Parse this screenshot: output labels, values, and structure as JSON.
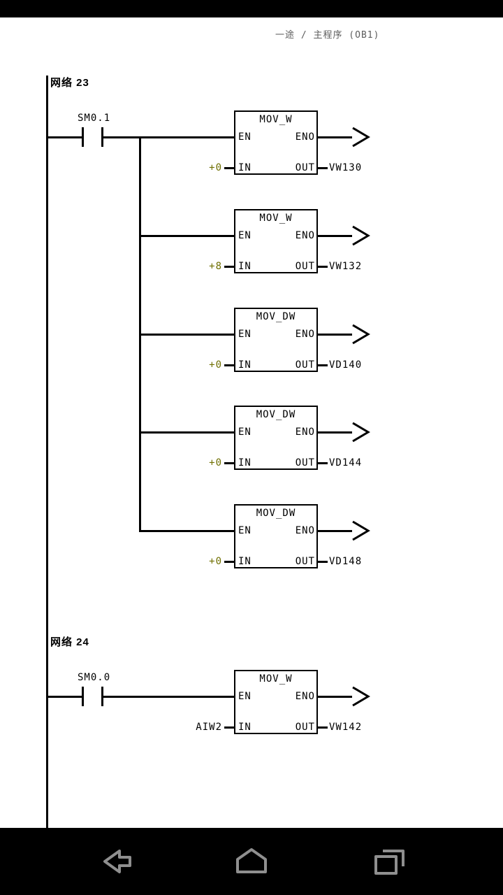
{
  "header": {
    "title": "一途  /  主程序 (OB1)"
  },
  "pin_labels": {
    "en": "EN",
    "eno": "ENO",
    "in": "IN",
    "out": "OUT"
  },
  "colors": {
    "constant": "#6f6f00",
    "operand": "#000000",
    "wire": "#000000",
    "nav_icon": "#8f8f8f"
  },
  "networks": [
    {
      "label": "网络 23",
      "contact_label": "SM0.1",
      "blocks": [
        {
          "title": "MOV_W",
          "in_value": "+0",
          "in_is_constant": true,
          "out_value": "VW130"
        },
        {
          "title": "MOV_W",
          "in_value": "+8",
          "in_is_constant": true,
          "out_value": "VW132"
        },
        {
          "title": "MOV_DW",
          "in_value": "+0",
          "in_is_constant": true,
          "out_value": "VD140"
        },
        {
          "title": "MOV_DW",
          "in_value": "+0",
          "in_is_constant": true,
          "out_value": "VD144"
        },
        {
          "title": "MOV_DW",
          "in_value": "+0",
          "in_is_constant": true,
          "out_value": "VD148"
        }
      ]
    },
    {
      "label": "网络 24",
      "contact_label": "SM0.0",
      "blocks": [
        {
          "title": "MOV_W",
          "in_value": "AIW2",
          "in_is_constant": false,
          "out_value": "VW142"
        }
      ]
    }
  ],
  "nav": {
    "back": "back",
    "home": "home",
    "recents": "recents"
  }
}
